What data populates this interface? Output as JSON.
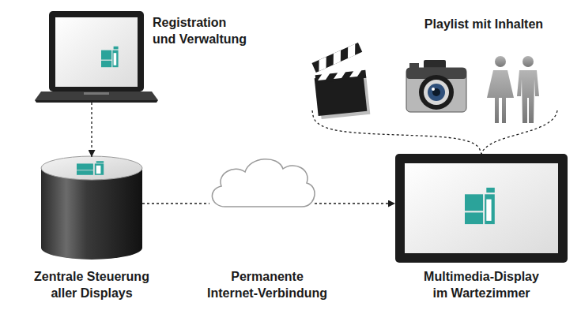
{
  "diagram": {
    "nodes": [
      {
        "text": [
          "Registration und Verwaltung"
        ]
      },
      {
        "text": [
          "Playlist mit Inhalten"
        ]
      },
      {
        "text": [
          "Zentrale Steuerung aller Displays"
        ]
      },
      {
        "text": [
          "Permanente Internet-Verbindung"
        ]
      },
      {
        "text": [
          "Multimedia-Display im Wartezimmer"
        ]
      }
    ],
    "edges": [
      {
        "from": 0,
        "to": 2,
        "arrow": "to"
      },
      {
        "from": 2,
        "to": 3,
        "arrow": "none"
      },
      {
        "from": 3,
        "to": 4,
        "arrow": "to"
      },
      {
        "from": 1,
        "to": 4,
        "arrow": "none"
      }
    ]
  }
}
